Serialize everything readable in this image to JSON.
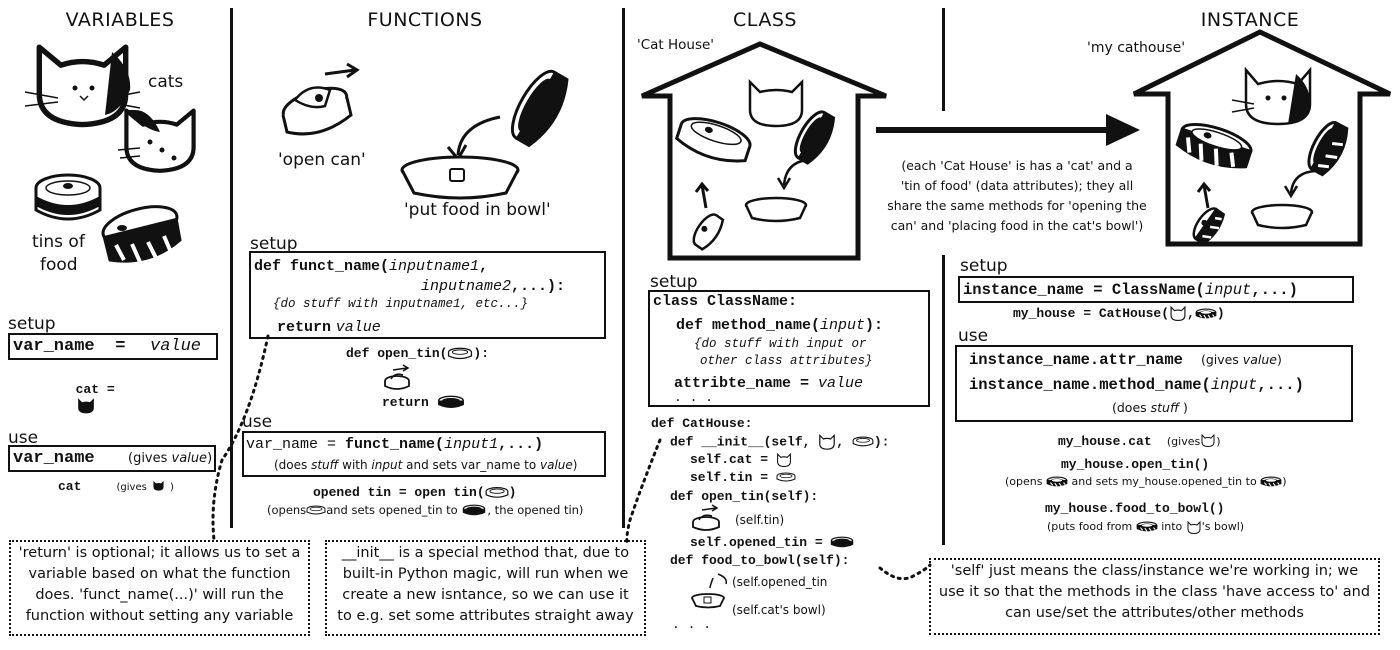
{
  "headings": {
    "variables": "VARIABLES",
    "functions": "FUNCTIONS",
    "class": "CLASS",
    "instance": "INSTANCE"
  },
  "variables": {
    "cats_label": "cats",
    "tins_label_1": "tins of",
    "tins_label_2": "food",
    "setup_label": "setup",
    "setup_code_name": "var_name",
    "setup_code_eq": " = ",
    "setup_code_value": "value",
    "setup_example": "cat = ",
    "use_label": "use",
    "use_code": "var_name",
    "use_gives": "(gives",
    "use_gives_value": "value",
    "use_gives_close": ")",
    "use_example": "cat",
    "use_example_gives": "(gives",
    "use_example_close": ")"
  },
  "functions": {
    "open_can_label": "'open can'",
    "put_food_label": "'put food in bowl'",
    "setup_label": "setup",
    "def_kw": "def funct_name(",
    "def_arg1": "inputname1",
    "def_comma": ",",
    "def_arg2": "inputname2",
    "def_tail": ",...):",
    "def_body": "{do stuff with inputname1, etc...}",
    "def_return_kw": "return",
    "def_return_val": "value",
    "example_def": "def open_tin(",
    "example_def_close": "):",
    "example_return": "return",
    "use_label": "use",
    "use_code_var": "var_name",
    "use_code_eq": " = ",
    "use_code_call": "funct_name(",
    "use_code_arg": "input1",
    "use_code_tail": ",...)",
    "use_note_1": "(does ",
    "use_note_stuff": "stuff",
    "use_note_2": " with ",
    "use_note_input": "input",
    "use_note_3": " and sets var_name to ",
    "use_note_value": "value",
    "use_note_4": ")",
    "example_call": "opened tin = open tin(",
    "example_call_close": ")",
    "example_note_1": "(opens",
    "example_note_2": "and sets opened_tin to",
    "example_note_3": ", the opened tin)"
  },
  "class": {
    "house_label": "'Cat House'",
    "setup_label": "setup",
    "line1": "class ClassName:",
    "line2_kw": "def method_name(",
    "line2_arg": "input",
    "line2_tail": "):",
    "line3": "{do stuff with input or",
    "line4": "other class attributes}",
    "line5_name": "attribte_name = ",
    "line5_val": "value",
    "line6": ". . .",
    "ex1": "def CatHouse:",
    "ex2": "def __init__(self,",
    "ex2_sep": ",",
    "ex2_tail": "):",
    "ex3": "self.cat = ",
    "ex4": "self.tin = ",
    "ex5": "def open_tin(self):",
    "ex6_note": "(self.tin)",
    "ex7": "self.opened_tin = ",
    "ex8": "def food_to_bowl(self):",
    "ex9_note": "(self.opened_tin",
    "ex10_note": "(self.cat's bowl)",
    "ex11": ". . ."
  },
  "arrow_note": {
    "line1": "(each 'Cat House' is has a 'cat' and a",
    "line2": "'tin of food' (data attributes); they all",
    "line3": "share the same methods for 'opening the",
    "line4": "can' and 'placing food in the cat's bowl')"
  },
  "instance": {
    "house_label": "'my cathouse'",
    "setup_label": "setup",
    "setup_code": "instance_name = ClassName(",
    "setup_code_arg": "input",
    "setup_code_tail": ",...)",
    "setup_example": "my_house = CatHouse(",
    "setup_example_sep": ",",
    "setup_example_close": ")",
    "use_label": "use",
    "use_line1": "instance_name.attr_name",
    "use_line1_note": "(gives ",
    "use_line1_note_val": "value",
    "use_line1_note_close": ")",
    "use_line2": "instance_name.method_name(",
    "use_line2_arg": "input",
    "use_line2_tail": ",...)",
    "use_line3_1": "(does ",
    "use_line3_stuff": "stuff",
    "use_line3_2": " )",
    "ex1": "my_house.cat",
    "ex1_note": "(gives",
    "ex1_close": ")",
    "ex2": "my_house.open_tin()",
    "ex2_note_1": "(opens",
    "ex2_note_2": "and sets my_house.opened_tin to",
    "ex2_note_3": ")",
    "ex3": "my_house.food_to_bowl()",
    "ex3_note_1": "(puts food from",
    "ex3_note_2": "into",
    "ex3_note_3": "'s bowl)"
  },
  "notes": {
    "return_note": "'return' is optional; it allows us to set a variable based on what the function does. 'funct_name(...)' will run the function without setting any variable",
    "init_note": "__init__ is a special method that, due to built-in Python magic, will run when we create a new isntance, so we can use it to e.g. set some attributes straight away",
    "self_note": "'self' just means the class/instance we're working in; we use it so that the methods in the class 'have access to' and can use/set the attributes/other methods"
  }
}
